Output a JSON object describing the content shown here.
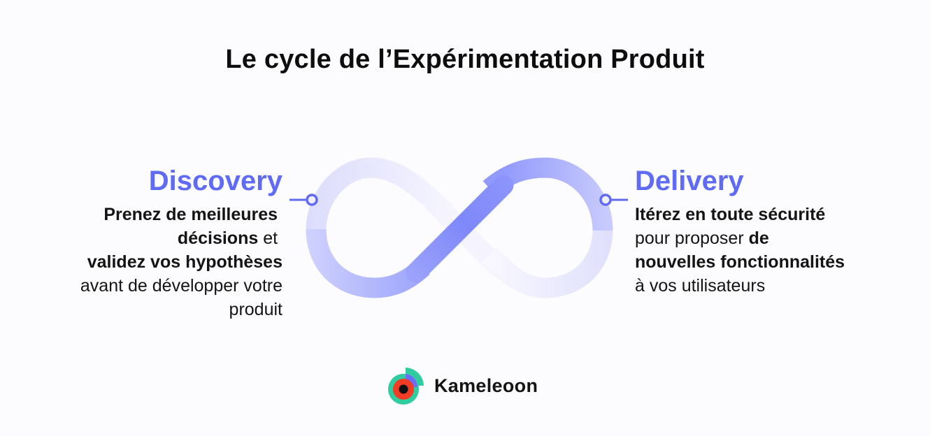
{
  "title": "Le cycle de l’Expérimentation Produit",
  "colors": {
    "accent": "#5f6af5",
    "text": "#141414",
    "background": "#fcfcfe",
    "logo_green": "#2ecc9f",
    "logo_red": "#f23c26",
    "logo_purple": "#6b6ef7",
    "logo_black": "#111111"
  },
  "discovery": {
    "heading": "Discovery",
    "lines": [
      {
        "bold": "Prenez de meilleures",
        "normal": ""
      },
      {
        "bold": "décisions",
        "normal": " et"
      },
      {
        "bold": "validez vos hypothèses",
        "normal": ""
      },
      {
        "bold": "",
        "normal": "avant de développer votre"
      },
      {
        "bold": "",
        "normal": "produit"
      }
    ]
  },
  "delivery": {
    "heading": "Delivery",
    "lines": [
      {
        "bold": "Itérez en toute sécurité",
        "normal": ""
      },
      {
        "normal": "pour proposer ",
        "bold": "de"
      },
      {
        "bold": "nouvelles fonctionnalités",
        "normal": ""
      },
      {
        "bold": "",
        "normal": "à vos utilisateurs"
      }
    ]
  },
  "diagram": {
    "shape": "infinity-loop",
    "left_connector": "discovery",
    "right_connector": "delivery"
  },
  "logo": {
    "icon": "kameleoon-logo-icon",
    "name": "Kameleoon"
  }
}
